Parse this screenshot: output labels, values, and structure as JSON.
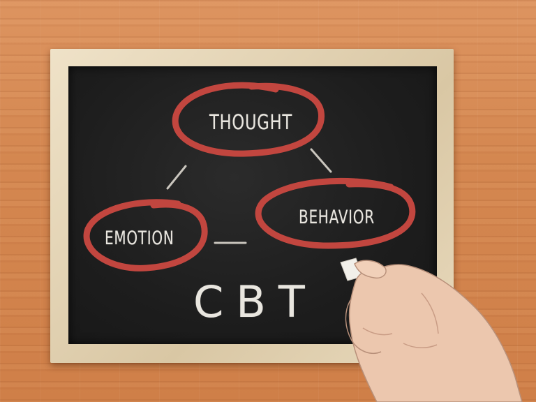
{
  "board": {
    "node_top": "THOUGHT",
    "node_right": "BEHAVIOR",
    "node_left": "EMOTION",
    "caption": "CBT"
  },
  "colors": {
    "chalk": "#e9e6df",
    "circle_red": "#c2463f",
    "board": "#1d1d1d",
    "frame": "#e6d6b6",
    "table": "#d98a54"
  }
}
